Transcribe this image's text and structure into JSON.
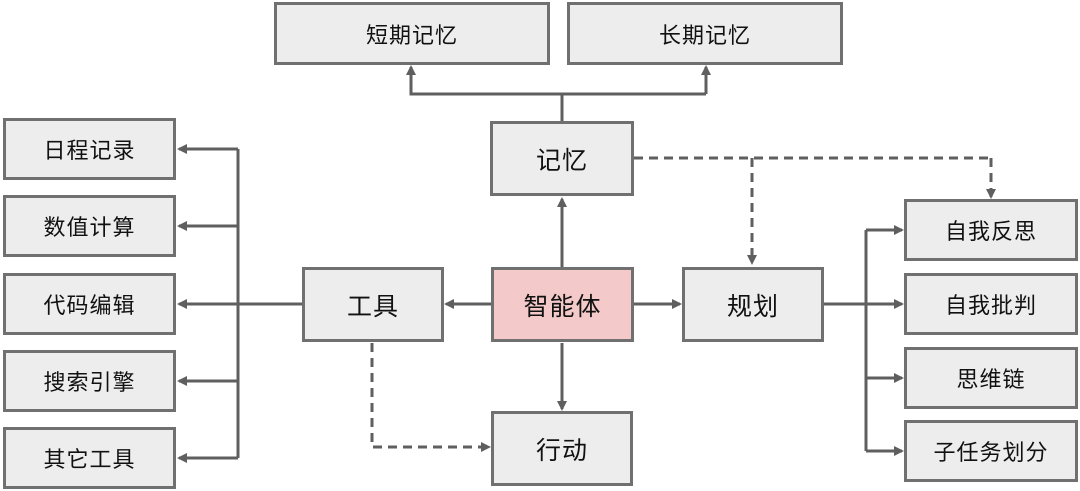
{
  "colors": {
    "line": "#5f5f5f",
    "box_fill": "#ededed",
    "box_border": "#707070",
    "center_fill": "#f4c9c9"
  },
  "nodes": {
    "agent": "智能体",
    "memory": "记忆",
    "tools": "工具",
    "planning": "规划",
    "action": "行动",
    "short_term_memory": "短期记忆",
    "long_term_memory": "长期记忆",
    "tool_items": [
      "日程记录",
      "数值计算",
      "代码编辑",
      "搜索引擎",
      "其它工具"
    ],
    "planning_items": [
      "自我反思",
      "自我批判",
      "思维链",
      "子任务划分"
    ]
  }
}
